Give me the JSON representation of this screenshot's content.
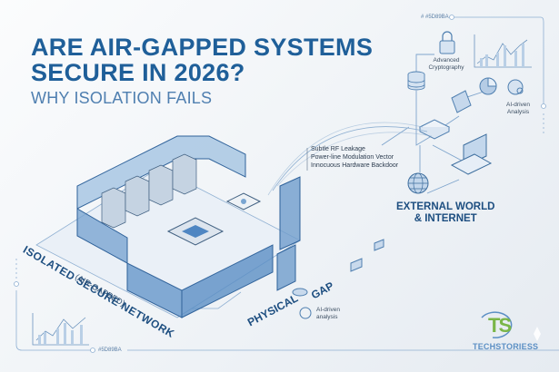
{
  "header": {
    "title_line1": "ARE AIR-GAPPED SYSTEMS",
    "title_line2": "SECURE IN 2026?",
    "subtitle": "WHY ISOLATION FAILS"
  },
  "colors": {
    "title": "#1f5f99",
    "subtitle": "#4f7fb0",
    "accent": "#5D89BA",
    "brand_green": "#7ab648",
    "brand_blue": "#5b8fc4"
  },
  "top_right": {
    "hex_label": "# #5D89BA",
    "crypto_label": "Advanced Cryptography",
    "analysis_label": "AI-driven Analysis"
  },
  "leakage": {
    "items": [
      "Subtle RF Leakage",
      "Power-line Modulation Vector",
      "Innocuous Hardware Backdoor"
    ]
  },
  "external": {
    "line1": "EXTERNAL WORLD",
    "line2": "& INTERNET"
  },
  "isolated": {
    "label": "ISOLATED SECURE NETWORK",
    "sublabel": "(AIR-GAPPED)"
  },
  "gap": {
    "word1": "PHYSICAL",
    "word2": "GAP",
    "analysis_label": "AI-driven analysis"
  },
  "bottom_left": {
    "hex_label": "#5D89BA"
  },
  "brand": {
    "name": "TECHSTORIESS",
    "mark": "TS"
  }
}
